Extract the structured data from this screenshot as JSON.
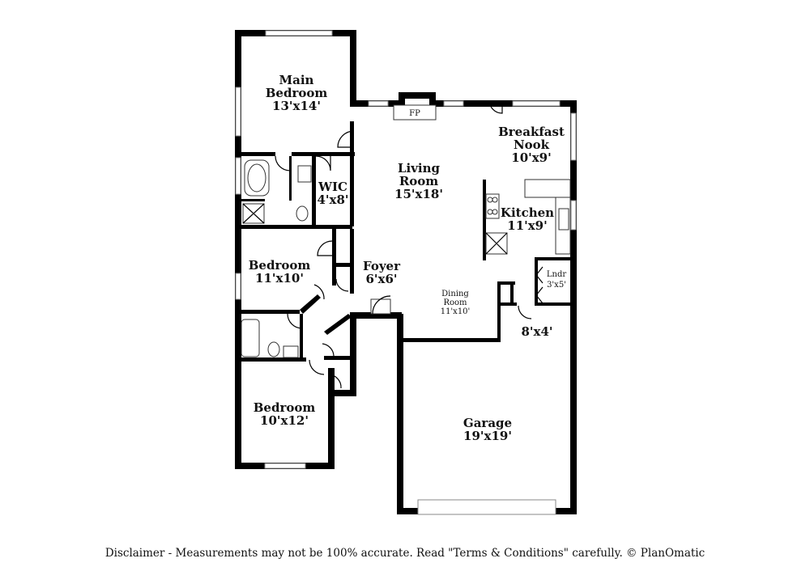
{
  "rooms": {
    "main_bedroom": {
      "name_line1": "Main",
      "name_line2": "Bedroom",
      "size": "13'x14'"
    },
    "wic": {
      "name": "WIC",
      "size": "4'x8'"
    },
    "living_room": {
      "name_line1": "Living",
      "name_line2": "Room",
      "size": "15'x18'"
    },
    "breakfast_nook": {
      "name_line1": "Breakfast",
      "name_line2": "Nook",
      "size": "10'x9'"
    },
    "kitchen": {
      "name": "Kitchen",
      "size": "11'x9'"
    },
    "bedroom_2": {
      "name": "Bedroom",
      "size": "11'x10'"
    },
    "foyer": {
      "name": "Foyer",
      "size": "6'x6'"
    },
    "dining_room": {
      "name_line1": "Dining",
      "name_line2": "Room",
      "size": "11'x10'"
    },
    "laundry": {
      "name": "Lndr",
      "size": "3'x5'"
    },
    "hall": {
      "size": "8'x4'"
    },
    "bedroom_3": {
      "name": "Bedroom",
      "size": "10'x12'"
    },
    "garage": {
      "name": "Garage",
      "size": "19'x19'"
    }
  },
  "fireplace_label": "FP",
  "disclaimer": "Disclaimer - Measurements may not be 100% accurate. Read \"Terms & Conditions\" carefully. © PlanOmatic"
}
